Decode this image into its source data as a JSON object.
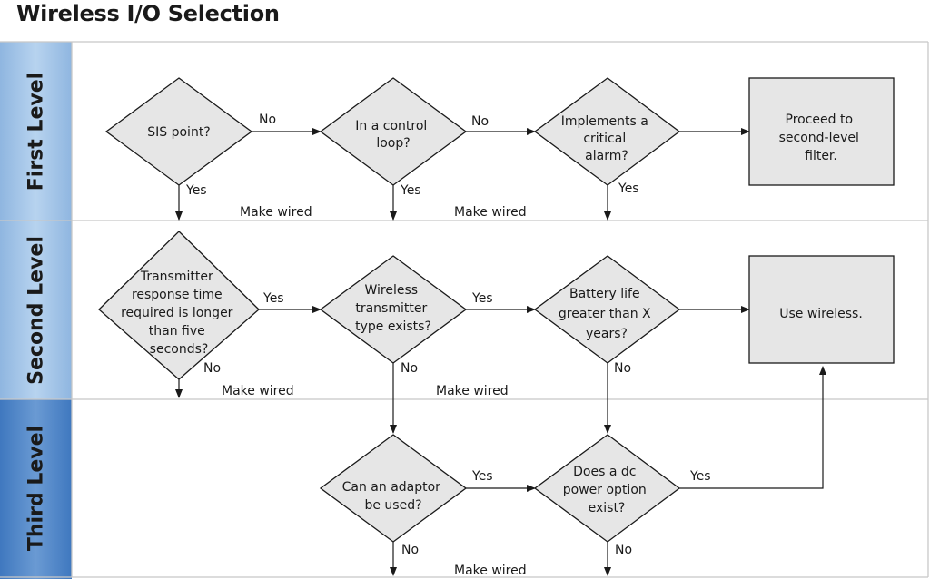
{
  "title": "Wireless I/O Selection",
  "levels": [
    "First Level",
    "Second Level",
    "Third Level"
  ],
  "nodes": {
    "sis": [
      "SIS point?"
    ],
    "ctrl": [
      "In a control",
      "loop?"
    ],
    "alarm": [
      "Implements a",
      "critical",
      "alarm?"
    ],
    "proceed": [
      "Proceed to",
      "second-level",
      "filter."
    ],
    "resp": [
      "Transmitter",
      "response time",
      "required is longer",
      "than five",
      "seconds?"
    ],
    "wtype": [
      "Wireless",
      "transmitter",
      "type exists?"
    ],
    "batt": [
      "Battery life",
      "greater than X",
      "years?"
    ],
    "usewl": [
      "Use wireless."
    ],
    "adaptor": [
      "Can an adaptor",
      "be used?"
    ],
    "dcpower": [
      "Does a dc",
      "power option",
      "exist?"
    ]
  },
  "labels": {
    "yes": "Yes",
    "no": "No",
    "make_wired": "Make wired"
  },
  "colors": {
    "level_band_light": "#a9c9ea",
    "level_band_dark": "#4f86c6",
    "shape_fill": "#e6e6e6",
    "frame_line": "#c8c8c8"
  }
}
